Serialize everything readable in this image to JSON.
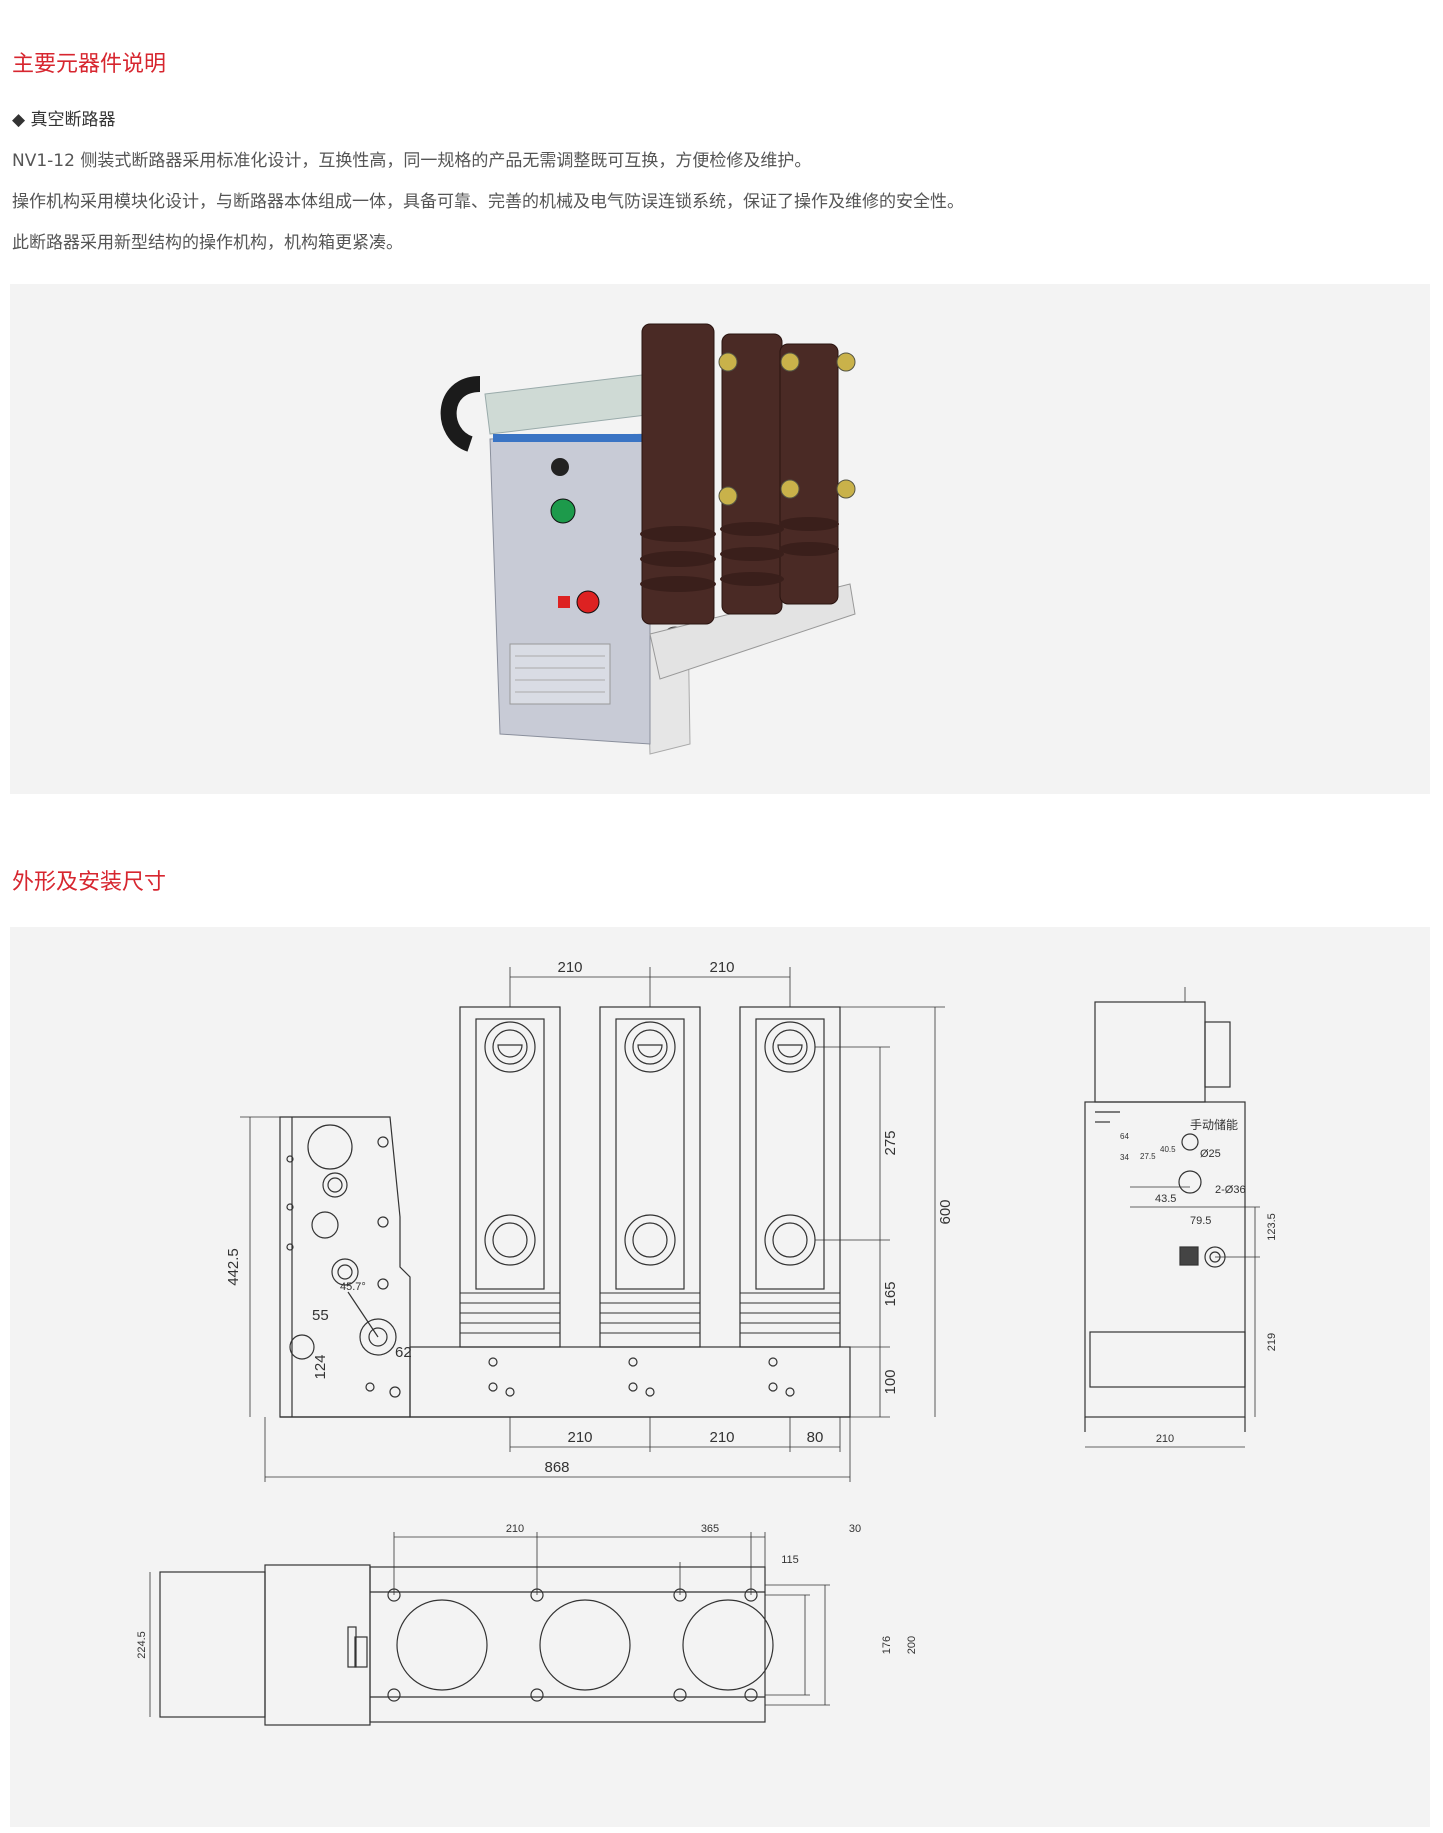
{
  "section1": {
    "title": "主要元器件说明",
    "subheading": "◆ 真空断路器",
    "paragraphs": [
      "NV1-12 侧装式断路器采用标准化设计，互换性高，同一规格的产品无需调整既可互换，方便检修及维护。",
      "操作机构采用模块化设计，与断路器本体组成一体，具备可靠、完善的机械及电气防误连锁系统，保证了操作及维修的安全性。",
      "此断路器采用新型结构的操作机构，机构箱更紧凑。"
    ]
  },
  "section2": {
    "title": "外形及安装尺寸"
  },
  "front_view": {
    "top_210_a": "210",
    "top_210_b": "210",
    "d_275": "275",
    "d_600": "600",
    "d_165": "165",
    "d_100": "100",
    "d_4425": "442.5",
    "bot_210_a": "210",
    "bot_210_b": "210",
    "bot_80": "80",
    "d_868": "868",
    "d_55": "55",
    "d_124": "124",
    "d_62": "62",
    "d_457": "45.7°"
  },
  "side_view": {
    "label_manual": "手动储能",
    "d_25": "Ø25",
    "d_36": "2-Ø36",
    "d_435": "43.5",
    "d_795": "79.5",
    "d_1235": "123.5",
    "d_219": "219",
    "d_210": "210",
    "d_405": "40.5",
    "d_275": "27.5",
    "d_34": "34",
    "d_64": "64"
  },
  "top_view": {
    "d_210": "210",
    "d_365": "365",
    "d_30": "30",
    "d_115": "115",
    "d_2245": "224.5",
    "d_176": "176",
    "d_200": "200"
  }
}
